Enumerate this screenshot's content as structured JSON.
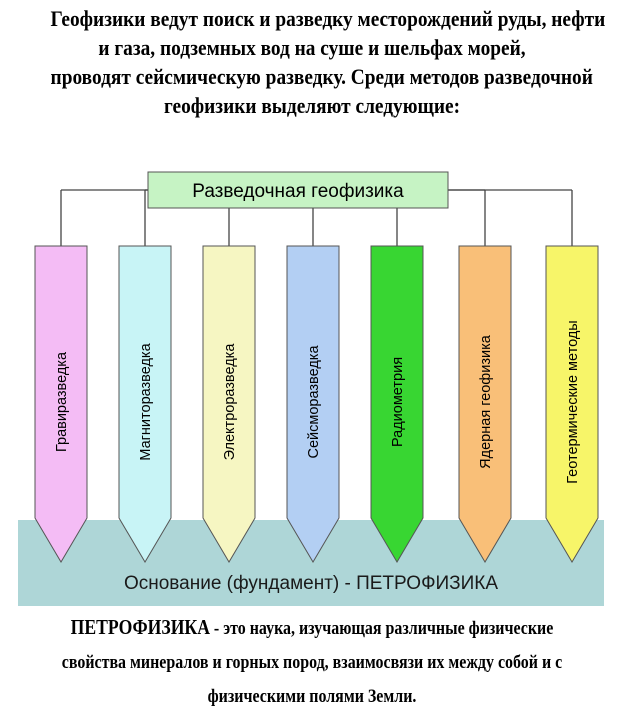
{
  "intro_lines": [
    "Геофизики ведут поиск и разведку месторождений руды, нефти",
    "и газа, подземных вод на суше и шельфах морей,",
    "проводят сейсмическую разведку. Среди методов разведочной",
    "геофизики выделяют следующие:"
  ],
  "header": {
    "label": "Разведочная геофизика",
    "color": "#c6f3c4"
  },
  "methods": [
    {
      "label": "Гравиразведка",
      "color": "#f4bcf5"
    },
    {
      "label": "Магниторазведка",
      "color": "#c8f4f6"
    },
    {
      "label": "Электроразведка",
      "color": "#f6f6c2"
    },
    {
      "label": "Сейсморазведка",
      "color": "#b3cff3"
    },
    {
      "label": "Радиометрия",
      "color": "#38d632"
    },
    {
      "label": "Ядерная геофизика",
      "color": "#f9bf78"
    },
    {
      "label": "Геотермические методы",
      "color": "#f7f569"
    }
  ],
  "base": {
    "label": "Основание (фундамент)  -  ПЕТРОФИЗИКА",
    "color": "#aed6d7"
  },
  "definition": {
    "term": "ПЕТРОФИЗИКА",
    "line1_rest": " - это наука, изучающая различные физические",
    "line2": "свойства минералов и горных пород, взаимосвязи их между собой и с",
    "line3": "физическими полями Земли."
  }
}
